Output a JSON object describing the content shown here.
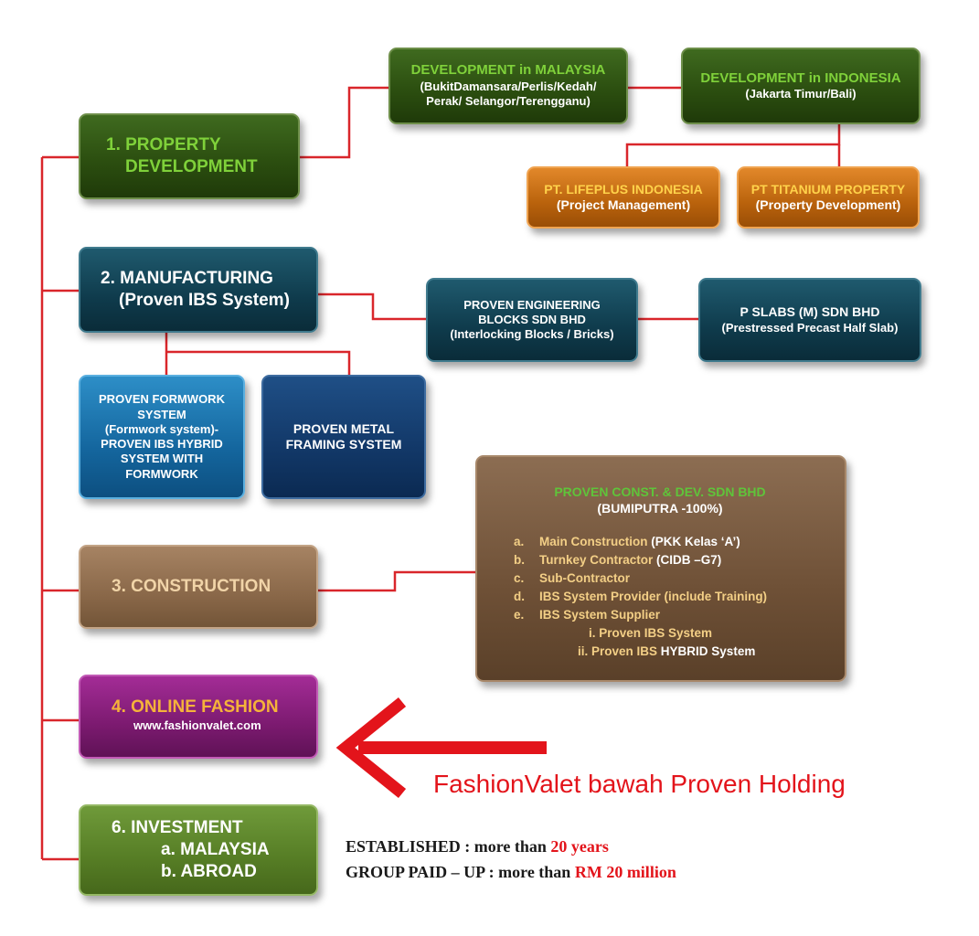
{
  "nodes": {
    "property": {
      "line1": "1. PROPERTY",
      "line2": "DEVELOPMENT"
    },
    "dev_my": {
      "title": "DEVELOPMENT in MALAYSIA",
      "sub1": "(BukitDamansara/Perlis/Kedah/",
      "sub2": "Perak/ Selangor/Terengganu)"
    },
    "dev_id": {
      "title": "DEVELOPMENT in INDONESIA",
      "sub1": "(Jakarta Timur/Bali)"
    },
    "lifeplus": {
      "title": "PT. LIFEPLUS INDONESIA",
      "sub1": "(Project Management)"
    },
    "titanium": {
      "title": "PT TITANIUM PROPERTY",
      "sub1": "(Property  Development)"
    },
    "manufacturing": {
      "line1": "2. MANUFACTURING",
      "line2": "(Proven IBS System)"
    },
    "engineering": {
      "line1": "PROVEN  ENGINEERING",
      "line2": "BLOCKS  SDN BHD",
      "line3": "(Interlocking Blocks / Bricks)"
    },
    "pslabs": {
      "line1": "P SLABS (M) SDN BHD",
      "line2": "(Prestressed Precast Half Slab)"
    },
    "formwork": {
      "line1": "PROVEN FORMWORK",
      "line2": "SYSTEM",
      "line3": "(Formwork system)-",
      "line4": "PROVEN IBS HYBRID",
      "line5": "SYSTEM WITH",
      "line6": "FORMWORK"
    },
    "metal": {
      "line1": "PROVEN METAL",
      "line2": "FRAMING  SYSTEM"
    },
    "construction": {
      "label": "3. CONSTRUCTION"
    },
    "const_detail": {
      "title": "PROVEN CONST. & DEV. SDN BHD",
      "subtitle": "(BUMIPUTRA -100%)",
      "items": [
        {
          "letter": "a.",
          "text": "Main Construction",
          "extra": "(PKK Kelas ‘A’)"
        },
        {
          "letter": "b.",
          "text": "Turnkey Contractor",
          "extra": "(CIDB –G7)"
        },
        {
          "letter": "c.",
          "text": "Sub-Contractor",
          "extra": ""
        },
        {
          "letter": "d.",
          "text": "IBS System Provider  (include Training)",
          "extra": ""
        },
        {
          "letter": "e.",
          "text": "IBS System Supplier",
          "extra": ""
        }
      ],
      "subitems": [
        {
          "text": "i. Proven IBS System",
          "extra": ""
        },
        {
          "text": "ii. Proven IBS",
          "extra": "HYBRID System"
        }
      ]
    },
    "fashion": {
      "line1": "4. ONLINE FASHION",
      "line2": "www.fashionvalet.com"
    },
    "investment": {
      "line1": "6. INVESTMENT",
      "line2": "a.   MALAYSIA",
      "line3": "b.   ABROAD"
    }
  },
  "annotation": {
    "text": "FashionValet bawah Proven Holding"
  },
  "stats": {
    "established_label": "ESTABLISHED : more than ",
    "established_value": "20 years",
    "paidup_label": "GROUP PAID – UP :  more than ",
    "paidup_value": "RM 20 million"
  },
  "colors": {
    "connector": "#d9262b",
    "arrow": "#e3141b"
  }
}
